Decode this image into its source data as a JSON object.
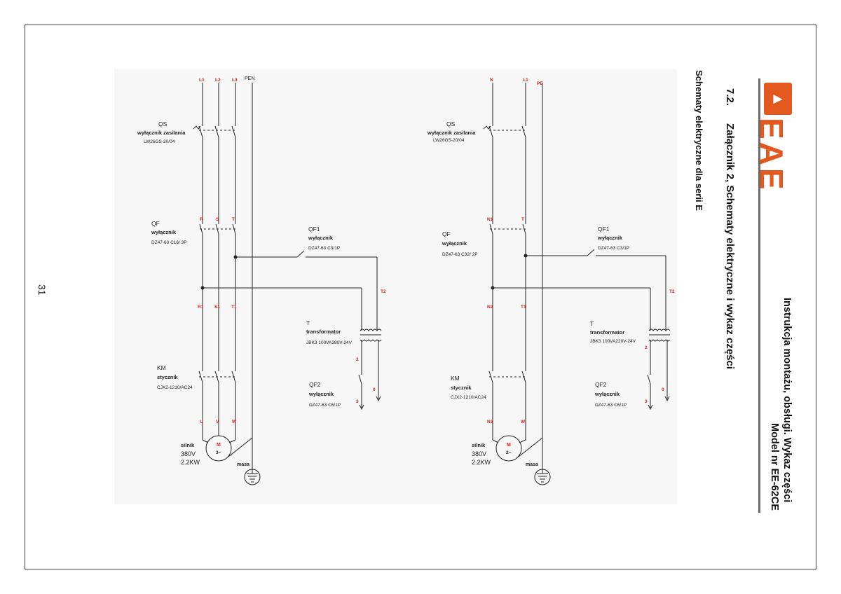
{
  "header": {
    "manual_title": "Instrukcja montażu, obsługi. Wykaz części",
    "model": "Model nr EE-62CE",
    "brand_name": "EAE",
    "brand_color": "#e2581e"
  },
  "section": {
    "number": "7.2.",
    "title": "Załącznik 2, Schematy elektryczne i wykaz części",
    "subtitle": "Schematy elektryczne dla serii E"
  },
  "page_number": "31",
  "schematics": [
    {
      "phase_labels": [
        "L1",
        "L2",
        "L3"
      ],
      "pen_label": "PEN",
      "qs": {
        "ref": "QS",
        "name": "wyłącznik zasilania",
        "model": "LW26GS-20/04"
      },
      "qf": {
        "ref": "QF",
        "name": "wyłącznik",
        "model": "DZ47-63 C16/ 3P"
      },
      "qf_terms": [
        "R",
        "S",
        "T"
      ],
      "qf1": {
        "ref": "QF1",
        "name": "wyłącznik",
        "model": "DZ47-63 C3/1P"
      },
      "mid_terms": [
        "R1",
        "S1",
        "T1"
      ],
      "t2": "T2",
      "t": {
        "ref": "T",
        "name": "transformator",
        "model": "JBK3 100VA380V-24V"
      },
      "km": {
        "ref": "KM",
        "name": "stycznik",
        "model": "CJX2-1210/AC24"
      },
      "qf2": {
        "ref": "QF2",
        "name": "wyłącznik",
        "model": "DZ47-63 C6/1P"
      },
      "wire_2": "2",
      "wire_0": "0",
      "wire_3": "3",
      "motor_terms": [
        "U",
        "V",
        "W"
      ],
      "motor": {
        "name": "silnik",
        "voltage": "380V",
        "power": "2.2KW",
        "symbol": "M",
        "phase": "3~"
      },
      "ground_label": "masa"
    },
    {
      "phase_labels": [
        "N",
        "L1"
      ],
      "pen_label": "PE",
      "qs": {
        "ref": "QS",
        "name": "wyłącznik zasilania",
        "model": "LW26GS-20/04"
      },
      "qf": {
        "ref": "QF",
        "name": "wyłącznik",
        "model": "DZ47-63 C32/ 2P"
      },
      "qf_terms": [
        "N1",
        "T"
      ],
      "qf1": {
        "ref": "QF1",
        "name": "wyłącznik",
        "model": "DZ47-63 C3/1P"
      },
      "mid_terms": [
        "N2",
        "T1"
      ],
      "t2": "T2",
      "t": {
        "ref": "T",
        "name": "transformator",
        "model": "JBK3 100VA220V-24V"
      },
      "km": {
        "ref": "KM",
        "name": "stycznik",
        "model": "CJX2-1210/AC24"
      },
      "qf2": {
        "ref": "QF2",
        "name": "wyłącznik",
        "model": "DZ47-63 C6/1P"
      },
      "wire_2": "2",
      "wire_0": "0",
      "wire_3": "3",
      "motor_terms": [
        "N3",
        "W"
      ],
      "motor": {
        "name": "silnik",
        "voltage": "380V",
        "power": "2.2KW",
        "symbol": "M",
        "phase": "2~"
      },
      "ground_label": "masa"
    }
  ]
}
